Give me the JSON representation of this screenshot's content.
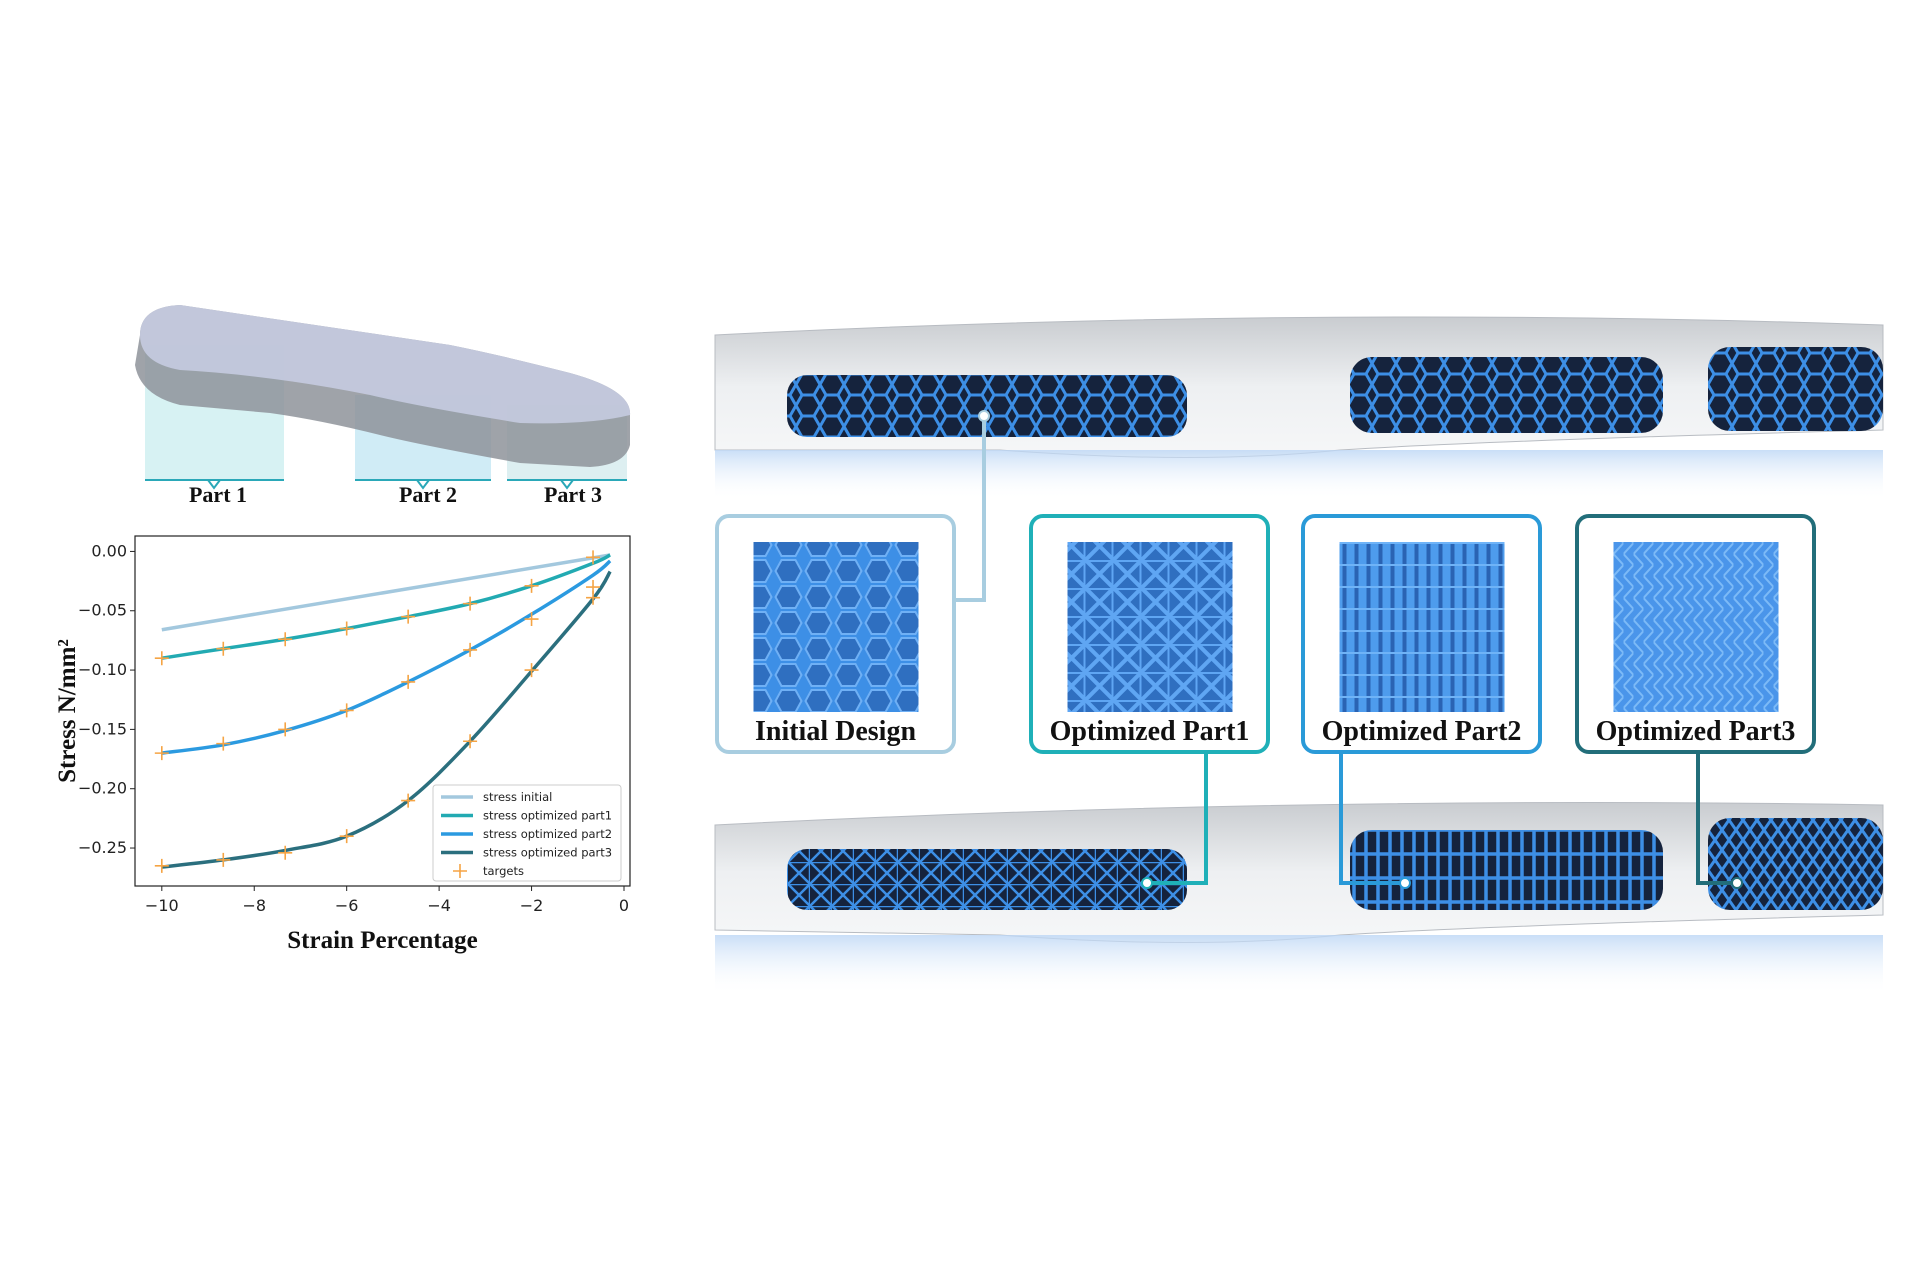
{
  "sole": {
    "parts": [
      "Part 1",
      "Part 2",
      "Part 3"
    ]
  },
  "lattice_boxes": [
    {
      "label": "Initial Design",
      "color": "#a8cde0",
      "pattern": "hexagon"
    },
    {
      "label": "Optimized Part1",
      "color": "#1fb0b8",
      "pattern": "cross"
    },
    {
      "label": "Optimized Part2",
      "color": "#2a9ad8",
      "pattern": "fins"
    },
    {
      "label": "Optimized Part3",
      "color": "#226e7a",
      "pattern": "zigzag"
    }
  ],
  "colors": {
    "lattice_blue": "#3d8fe6",
    "lattice_dark": "#15233d",
    "sole_gray": "#d8dadd"
  },
  "chart_data": {
    "type": "line",
    "xlabel": "Strain Percentage",
    "ylabel": "Stress N/mm²",
    "xlim": [
      -10.58,
      0.13
    ],
    "ylim": [
      -0.282,
      0.013
    ],
    "xticks": [
      -10,
      -8,
      -6,
      -4,
      -2,
      0
    ],
    "xtick_labels": [
      "−10",
      "−8",
      "−6",
      "−4",
      "−2",
      "0"
    ],
    "yticks": [
      0.0,
      -0.05,
      -0.1,
      -0.15,
      -0.2,
      -0.25
    ],
    "ytick_labels": [
      "0.00",
      "−0.05",
      "−0.10",
      "−0.15",
      "−0.20",
      "−0.25"
    ],
    "grid": false,
    "legend": "lower-right",
    "series": [
      {
        "name": "stress initial",
        "color": "#a3c8de",
        "x": [
          -10,
          -0.3
        ],
        "y": [
          -0.066,
          -0.003
        ]
      },
      {
        "name": "stress optimized part1",
        "color": "#22aab2",
        "x": [
          -10,
          -8.67,
          -7.33,
          -6,
          -4.67,
          -3.33,
          -2,
          -0.67,
          -0.3
        ],
        "y": [
          -0.09,
          -0.082,
          -0.074,
          -0.065,
          -0.055,
          -0.044,
          -0.029,
          -0.01,
          -0.003
        ]
      },
      {
        "name": "stress optimized part2",
        "color": "#2b9ae0",
        "x": [
          -10,
          -8.67,
          -7.33,
          -6,
          -4.67,
          -3.33,
          -2,
          -0.67,
          -0.3
        ],
        "y": [
          -0.17,
          -0.163,
          -0.151,
          -0.134,
          -0.11,
          -0.083,
          -0.053,
          -0.02,
          -0.008
        ]
      },
      {
        "name": "stress optimized part3",
        "color": "#2b6f7e",
        "x": [
          -10,
          -8.67,
          -7.33,
          -6,
          -4.67,
          -3.33,
          -2,
          -0.67,
          -0.3
        ],
        "y": [
          -0.266,
          -0.26,
          -0.252,
          -0.24,
          -0.21,
          -0.16,
          -0.101,
          -0.04,
          -0.017
        ]
      }
    ],
    "targets": {
      "name": "targets",
      "color": "#f5a444",
      "x": [
        -10,
        -8.67,
        -7.33,
        -6,
        -4.67,
        -3.33,
        -2,
        -0.67,
        -10,
        -8.67,
        -7.33,
        -6,
        -4.67,
        -3.33,
        -2,
        -0.67,
        -10,
        -8.67,
        -7.33,
        -6,
        -4.67,
        -3.33,
        -2,
        -0.67
      ],
      "y": [
        -0.09,
        -0.082,
        -0.074,
        -0.065,
        -0.055,
        -0.044,
        -0.029,
        -0.005,
        -0.17,
        -0.162,
        -0.15,
        -0.134,
        -0.11,
        -0.083,
        -0.057,
        -0.03,
        -0.265,
        -0.26,
        -0.254,
        -0.24,
        -0.21,
        -0.16,
        -0.1,
        -0.039
      ]
    }
  }
}
